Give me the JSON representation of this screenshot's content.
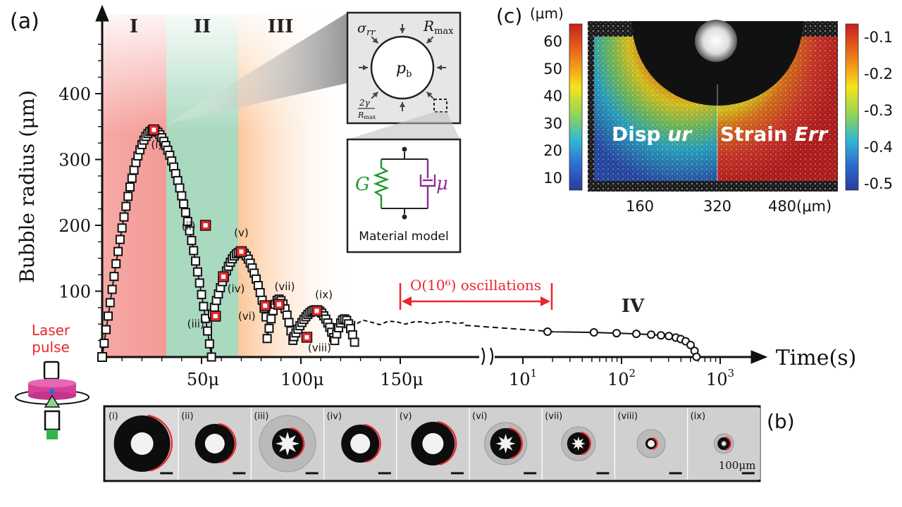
{
  "panels": {
    "a_label": "(a)",
    "b_label": "(b)",
    "c_label": "(c)"
  },
  "regions": {
    "I": "I",
    "II": "II",
    "III": "III",
    "IV": "IV"
  },
  "colors": {
    "region_I": "#f4a3a0",
    "region_II": "#a9d9bf",
    "region_III": "#fbd3ad",
    "highlight": "#e8262c",
    "spring": "#1e9a2e",
    "dashpot": "#8a2f96",
    "laser": "#d9409a"
  },
  "chart_data": {
    "type": "scatter",
    "ylabel": "Bubble radius (μm)",
    "xlabel": "Time(s)",
    "yticks": [
      "100",
      "200",
      "300",
      "400"
    ],
    "xticks_linear": [
      "50μ",
      "100μ",
      "150μ"
    ],
    "xticks_log_base": "10",
    "xticks_log_exp": [
      "1",
      "2",
      "3"
    ],
    "ylim": [
      0,
      500
    ],
    "highlighted_points": [
      {
        "label": "(i)",
        "t_us": 26,
        "r_um": 345
      },
      {
        "label": "(ii)",
        "t_us": 52,
        "r_um": 200
      },
      {
        "label": "(iii)",
        "t_us": 57,
        "r_um": 62
      },
      {
        "label": "(iv)",
        "t_us": 61,
        "r_um": 122
      },
      {
        "label": "(v)",
        "t_us": 70,
        "r_um": 160
      },
      {
        "label": "(vi)",
        "t_us": 82,
        "r_um": 78
      },
      {
        "label": "(vii)",
        "t_us": 89,
        "r_um": 80
      },
      {
        "label": "(viii)",
        "t_us": 103,
        "r_um": 30
      },
      {
        "label": "(ix)",
        "t_us": 108,
        "r_um": 70
      }
    ],
    "oscillation_annotation": "O(10⁶) oscillations"
  },
  "inset_bubble": {
    "sigma_label": "σ",
    "sigma_sub": "rr",
    "rmax_label": "R",
    "rmax_sub": "max",
    "pb_label": "p",
    "pb_sub": "b",
    "gamma_num": "2γ",
    "gamma_den": "R",
    "gamma_den_sub": "max"
  },
  "inset_material": {
    "g_label": "G",
    "mu_label": "μ",
    "caption": "Material model"
  },
  "laser": {
    "line1": "Laser",
    "line2": "pulse"
  },
  "panel_c": {
    "unit_left": "(μm)",
    "left_scale": [
      "60",
      "50",
      "40",
      "30",
      "20",
      "10"
    ],
    "right_scale": [
      "-0.1",
      "-0.2",
      "-0.3",
      "-0.4",
      "-0.5"
    ],
    "x_ticks": [
      "160",
      "320",
      "480"
    ],
    "x_unit": "(μm)",
    "disp_label": "Disp ",
    "disp_var": "ur",
    "strain_label": "Strain ",
    "strain_var": "Err"
  },
  "strip": {
    "frames": [
      "(i)",
      "(ii)",
      "(iii)",
      "(iv)",
      "(v)",
      "(vi)",
      "(vii)",
      "(viii)",
      "(ix)"
    ],
    "scale_label": "100μm"
  }
}
